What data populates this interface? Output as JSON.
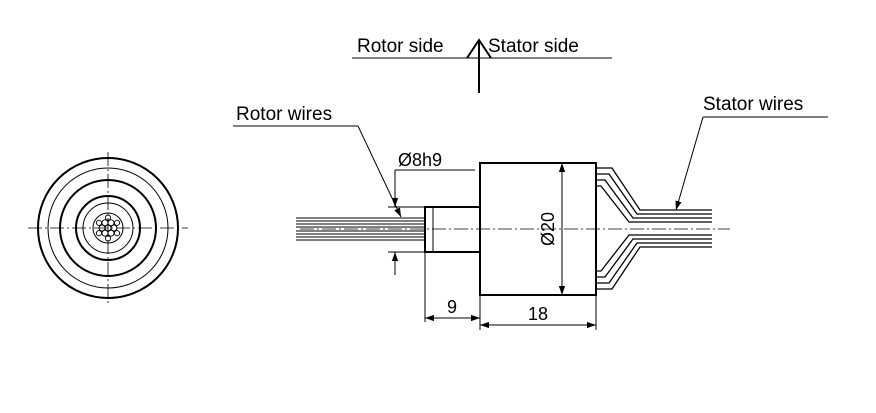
{
  "labels": {
    "rotor_side": "Rotor side",
    "stator_side": "Stator side",
    "rotor_wires": "Rotor wires",
    "stator_wires": "Stator wires"
  },
  "dimensions": {
    "shaft_diameter": "Ø8h9",
    "body_diameter": "Ø20",
    "shaft_length": "9",
    "body_length": "18"
  }
}
